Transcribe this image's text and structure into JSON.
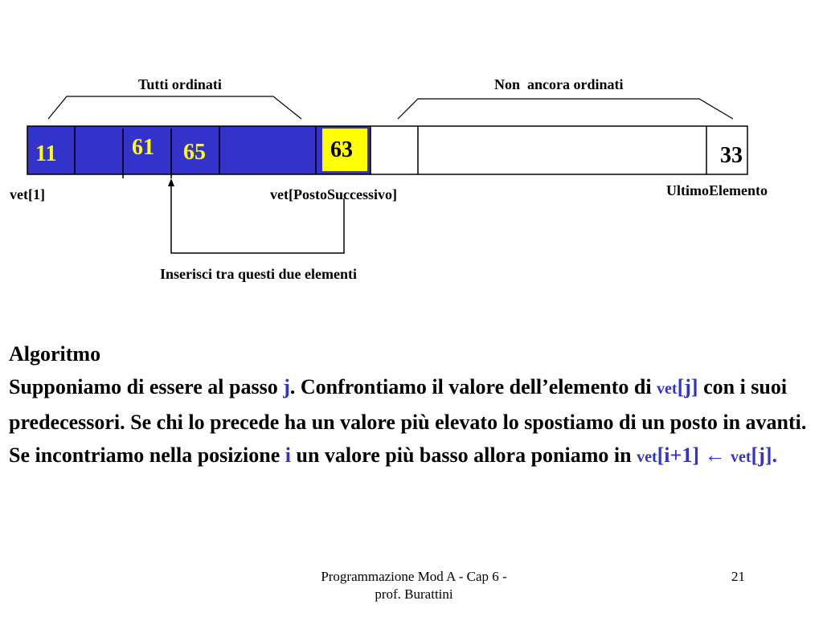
{
  "braces": {
    "sorted_label": "Tutti ordinati",
    "unsorted_label": "Non  ancora ordinati"
  },
  "cells": {
    "first": "11",
    "second": "61",
    "third": "65",
    "current": "63",
    "last": "33"
  },
  "labels": {
    "first_index": "vet[1]",
    "next_position": "vet[PostoSuccessivo]",
    "last_element": "UltimoElemento",
    "insert_between": "Inserisci tra questi due elementi"
  },
  "colors": {
    "sorted_fill": "#3333cc",
    "current_fill": "#ffff00",
    "highlight_text": "#3333cc"
  },
  "algorithm": {
    "title": "Algoritmo",
    "p1": "Supponiamo di essere al passo ",
    "j1": "j",
    "p2": ". Confrontiamo il valore dell’elemento di ",
    "vet_word": "vet",
    "j_index": "[j]",
    "p3": " con i suoi predecessori. Se chi lo precede ha un valore più elevato lo spostiamo di un posto in avanti. Se incontriamo nella posizione ",
    "i1": "i",
    "p4": " un valore più basso allora poniamo in ",
    "i_plus_index": "[i+1]",
    "arrow": "←",
    "final_period": "."
  },
  "footer": {
    "course_line1": "Programmazione Mod A - Cap 6 -",
    "course_line2": "prof. Burattini",
    "page_number": "21"
  }
}
